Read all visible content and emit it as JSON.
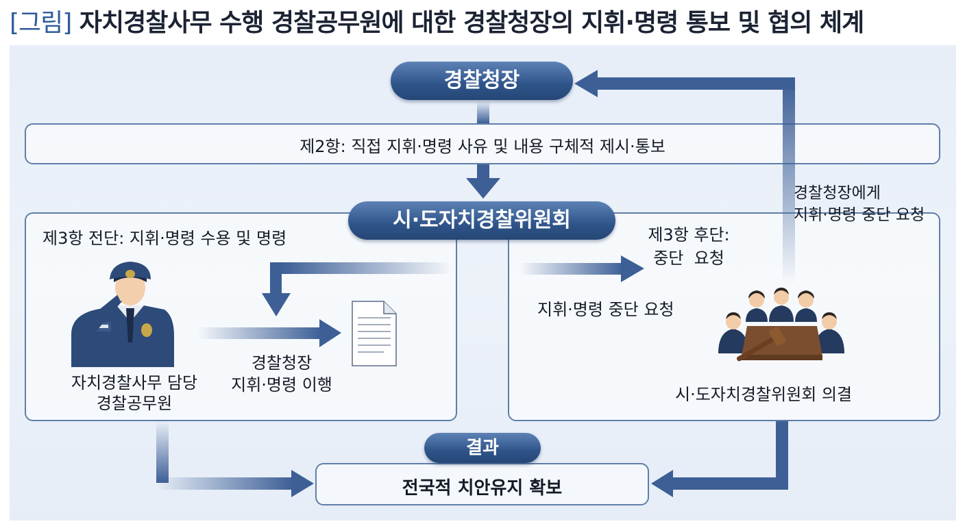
{
  "title": {
    "tag": "[그림]",
    "text": "자치경찰사무 수행 경찰공무원에 대한 경찰청장의 지휘·명령 통보 및 협의 체계"
  },
  "nodes": {
    "commissioner": "경찰청장",
    "paragraph2": "제2항: 직접 지휘·명령 사유 및 내용 구체적 제시·통보",
    "committee": "시·도자치경찰위원회",
    "left_header": "제3항 전단: 지휘·명령 수용 및 명령",
    "officer_line1": "자치경찰사무 담당",
    "officer_line2": "경찰공무원",
    "perform_line1": "경찰청장",
    "perform_line2": "지휘·명령 이행",
    "right_header_line1": "제3항 후단:",
    "right_header_line2": "중단  요청",
    "stop_request": "지휘·명령 중단 요청",
    "resolution": "시·도자치경찰위원회 의결",
    "feedback_line1": "경찰청장에게",
    "feedback_line2": "지휘·명령 중단 요청",
    "result_label": "결과",
    "result_text": "전국적 치안유지 확보"
  },
  "colors": {
    "accent": "#2f5489",
    "arrow": "#3d5f96",
    "border": "#5f7ea8",
    "panel": "#e9f0f8"
  }
}
